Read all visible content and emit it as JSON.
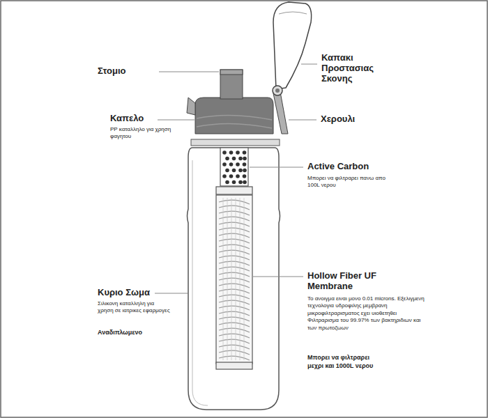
{
  "diagram": {
    "labels": [
      "Στομιο",
      "Καπακι Προστασιας Σκονης",
      "Καπελο",
      "PP καταλληλο για χρηση φαγητου",
      "Χερουλι",
      "Active Carbon",
      "Μπορει να φιλτραρει πανω απο 100L νερου",
      "Hollow Fiber UF Membrane",
      "Το ανοιγμα ειναι μονο 0.01 microns. Εξελιγμενη τεχνολογια υδροφιλης μεμβρανη μικροφιλτραρισματος εχει υιοθετηθει Φιλτραρισμα του 99.97% των βακτηριδιων και των πρωτοζωων",
      "Μπορει να φιλτραρει μεχρι και 1000L νερου",
      "Κυριο Σωμα",
      "Σιλικονη καταλληλη για χρηση σε ιατρικες εφαρμογες",
      "Αναδιπλωμενο"
    ]
  }
}
